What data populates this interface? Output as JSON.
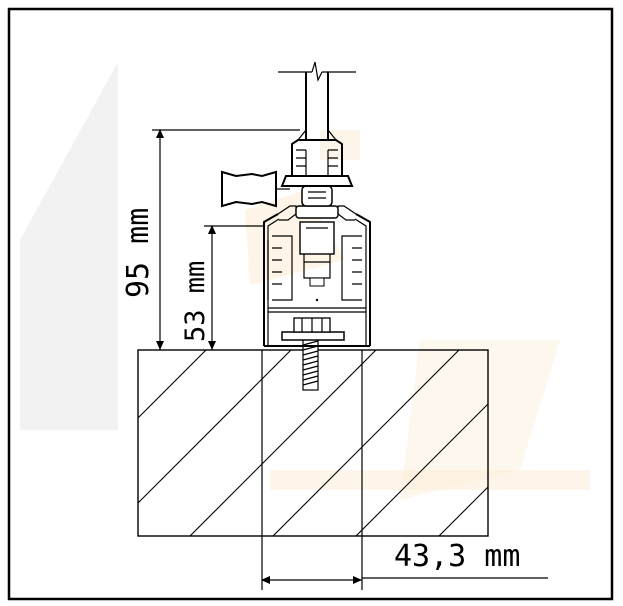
{
  "drawing": {
    "type": "technical section drawing",
    "dimensions": {
      "overall_height": "95 mm",
      "profile_height": "53 mm",
      "profile_width": "43,3 mm"
    },
    "watermark_color": "#f7c98a",
    "frame_color": "#000000"
  }
}
